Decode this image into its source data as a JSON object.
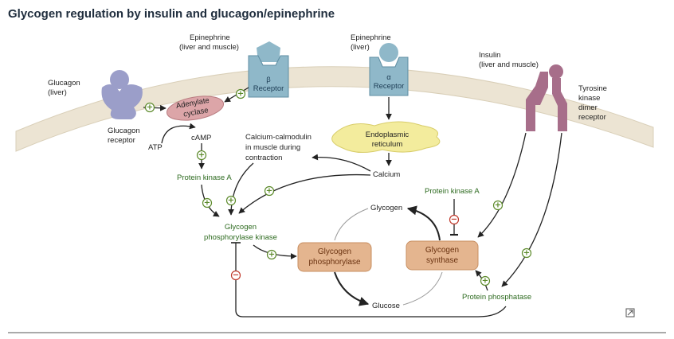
{
  "title": "Glycogen regulation by insulin and glucagon/epinephrine",
  "labels": {
    "glucagon": [
      "Glucagon",
      "(liver)"
    ],
    "glucagon_receptor": [
      "Glucagon",
      "receptor"
    ],
    "epi_beta": [
      "Epinephrine",
      "(liver and muscle)"
    ],
    "beta_receptor": [
      "β",
      "Receptor"
    ],
    "epi_alpha": [
      "Epinephrine",
      "(liver)"
    ],
    "alpha_receptor": [
      "α",
      "Receptor"
    ],
    "insulin": [
      "Insulin",
      "(liver and muscle)"
    ],
    "tyrosine_receptor": [
      "Tyrosine",
      "kinase",
      "dimer",
      "receptor"
    ],
    "adenylate_cyclase": [
      "Adenylate",
      "cyclase"
    ],
    "atp": "ATP",
    "camp": "cAMP",
    "pka_left": "Protein kinase A",
    "er": [
      "Endoplasmic",
      "reticulum"
    ],
    "calcium": "Calcium",
    "calmodulin": [
      "Calcium-calmodulin",
      "in muscle during",
      "contraction"
    ],
    "gpk": [
      "Glycogen",
      "phosphorylase kinase"
    ],
    "glycogen_phosphorylase": [
      "Glycogen",
      "phosphorylase"
    ],
    "glycogen_synthase": [
      "Glycogen",
      "synthase"
    ],
    "glycogen": "Glycogen",
    "glucose": "Glucose",
    "pka_right": "Protein kinase A",
    "protein_phosphatase": "Protein phosphatase"
  },
  "signs": {
    "plus": "+",
    "minus": "−"
  },
  "colors": {
    "membrane": "#ece4d3",
    "receptor_blue": "#8fb8c9",
    "glucagon_purple": "#9b9ec9",
    "adenylate_pink": "#dca5a8",
    "insulin_receptor": "#a76e8a",
    "er_yellow": "#f3ec9d",
    "enzyme_box": "#e4b58f",
    "activation_green": "#5c8a2a",
    "inhibition_red": "#c0392b"
  }
}
